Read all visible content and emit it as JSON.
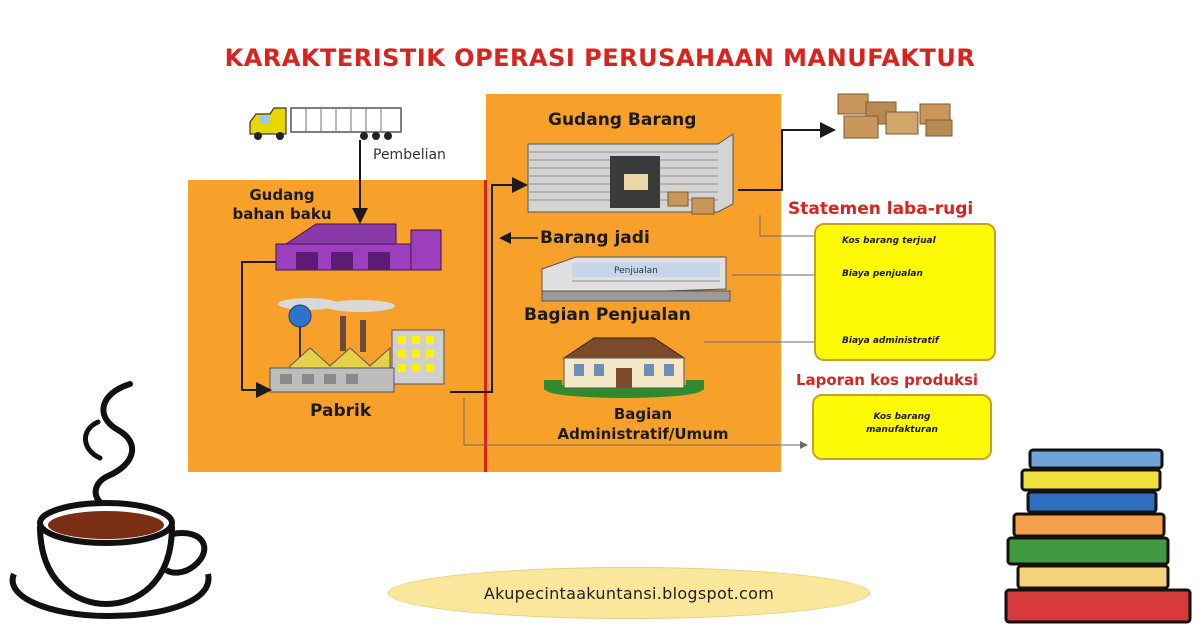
{
  "title": "KARAKTERISTIK OPERASI PERUSAHAAN MANUFAKTUR",
  "labels": {
    "pembelian": "Pembelian",
    "gudang_bahan_baku_1": "Gudang",
    "gudang_bahan_baku_2": "bahan baku",
    "pabrik": "Pabrik",
    "gudang_barang": "Gudang Barang",
    "barang_jadi": "Barang jadi",
    "penjualan_sign": "Penjualan",
    "bagian_penjualan": "Bagian Penjualan",
    "bagian_admin_1": "Bagian",
    "bagian_admin_2": "Administratif/Umum"
  },
  "statement": {
    "heading": "Statemen laba-rugi",
    "items": [
      "Kos barang terjual",
      "Biaya penjualan",
      "Biaya administratif"
    ]
  },
  "cost_report": {
    "heading": "Laporan kos produksi",
    "item_line1": "Kos barang",
    "item_line2": "manufakturan"
  },
  "footer": "Akupecintaakuntansi.blogspot.com",
  "colors": {
    "orange_panel": "#f7a12a",
    "title_red": "#d9231f",
    "yellow_box": "#fffb06",
    "footer_pill": "#fbe79c"
  }
}
